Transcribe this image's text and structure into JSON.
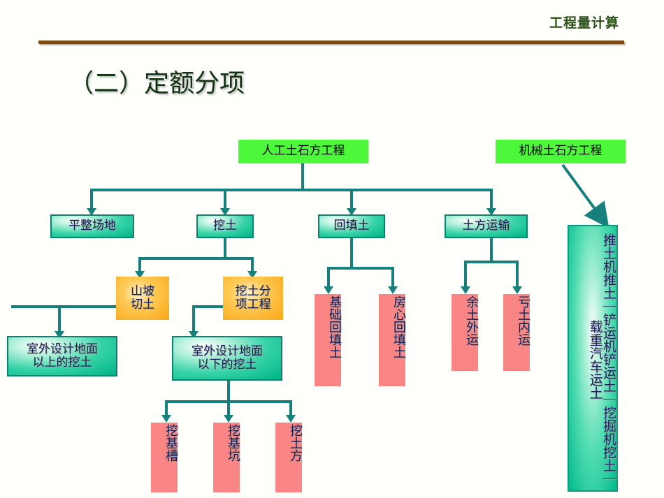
{
  "header": {
    "title": "工程量计算"
  },
  "slide": {
    "title": "（二）定额分项"
  },
  "colors": {
    "header_text": "#2a5214",
    "header_rule": "#7a4a12",
    "title_text": "#123312",
    "connector": "#18807c",
    "green_node": "#4df83a",
    "teal_node": "#00b388",
    "orange_node": "#f9a613",
    "pink_node": "#fa8585",
    "node_text": "#131a4e"
  },
  "diagram": {
    "roots": [
      {
        "label": "人工土石方工程"
      },
      {
        "label": "机械土石方工程"
      }
    ],
    "level2": [
      {
        "label": "平整场地"
      },
      {
        "label": "挖土"
      },
      {
        "label": "回填土"
      },
      {
        "label": "土方运输"
      }
    ],
    "level3_orange": [
      {
        "label": "山坡\n切土"
      },
      {
        "label": "挖土分\n项工程"
      }
    ],
    "level3_teal": [
      {
        "label": "室外设计地面\n以上的挖土"
      },
      {
        "label": "室外设计地面\n以下的挖土"
      }
    ],
    "backfill": [
      {
        "label": "基础回填土"
      },
      {
        "label": "房心回填土"
      }
    ],
    "transport": [
      {
        "label": "余土外运"
      },
      {
        "label": "亏土内运"
      }
    ],
    "excavation_types": [
      {
        "label": "挖基槽"
      },
      {
        "label": "挖基坑"
      },
      {
        "label": "挖土方"
      }
    ],
    "machine": {
      "label": "推土机推土｜铲运机铲运土｜挖掘机挖土｜载重汽车运土"
    }
  }
}
